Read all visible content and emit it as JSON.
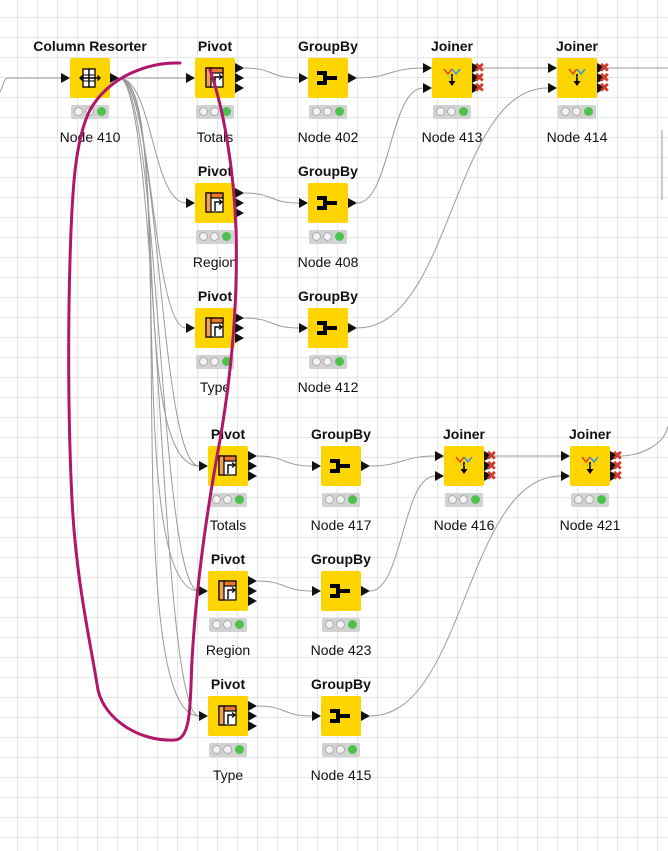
{
  "workflow": {
    "nodes": [
      {
        "id": "n410",
        "type": "column-resorter",
        "title": "Column Resorter",
        "label": "Node 410",
        "icon": "column-resorter-icon"
      },
      {
        "id": "p1",
        "type": "pivot",
        "title": "Pivot",
        "label": "Totals",
        "icon": "pivot-icon"
      },
      {
        "id": "n402",
        "type": "groupby",
        "title": "GroupBy",
        "label": "Node 402",
        "icon": "groupby-icon"
      },
      {
        "id": "n413",
        "type": "joiner",
        "title": "Joiner",
        "label": "Node 413",
        "icon": "joiner-icon"
      },
      {
        "id": "n414",
        "type": "joiner",
        "title": "Joiner",
        "label": "Node 414",
        "icon": "joiner-icon"
      },
      {
        "id": "p2",
        "type": "pivot",
        "title": "Pivot",
        "label": "Region",
        "icon": "pivot-icon"
      },
      {
        "id": "n408",
        "type": "groupby",
        "title": "GroupBy",
        "label": "Node 408",
        "icon": "groupby-icon"
      },
      {
        "id": "p3",
        "type": "pivot",
        "title": "Pivot",
        "label": "Type",
        "icon": "pivot-icon"
      },
      {
        "id": "n412",
        "type": "groupby",
        "title": "GroupBy",
        "label": "Node 412",
        "icon": "groupby-icon"
      },
      {
        "id": "p4",
        "type": "pivot",
        "title": "Pivot",
        "label": "Totals",
        "icon": "pivot-icon"
      },
      {
        "id": "n417",
        "type": "groupby",
        "title": "GroupBy",
        "label": "Node 417",
        "icon": "groupby-icon"
      },
      {
        "id": "n416",
        "type": "joiner",
        "title": "Joiner",
        "label": "Node 416",
        "icon": "joiner-icon"
      },
      {
        "id": "n421",
        "type": "joiner",
        "title": "Joiner",
        "label": "Node 421",
        "icon": "joiner-icon"
      },
      {
        "id": "p5",
        "type": "pivot",
        "title": "Pivot",
        "label": "Region",
        "icon": "pivot-icon"
      },
      {
        "id": "n423",
        "type": "groupby",
        "title": "GroupBy",
        "label": "Node 423",
        "icon": "groupby-icon"
      },
      {
        "id": "p6",
        "type": "pivot",
        "title": "Pivot",
        "label": "Type",
        "icon": "pivot-icon"
      },
      {
        "id": "n415",
        "type": "groupby",
        "title": "GroupBy",
        "label": "Node 415",
        "icon": "groupby-icon"
      }
    ],
    "node_status": "executed",
    "colors": {
      "node_fill": "#ffd500",
      "status_green": "#4cc24c",
      "wire": "#9a9a9a",
      "annotation_stroke": "#b0166a"
    }
  }
}
